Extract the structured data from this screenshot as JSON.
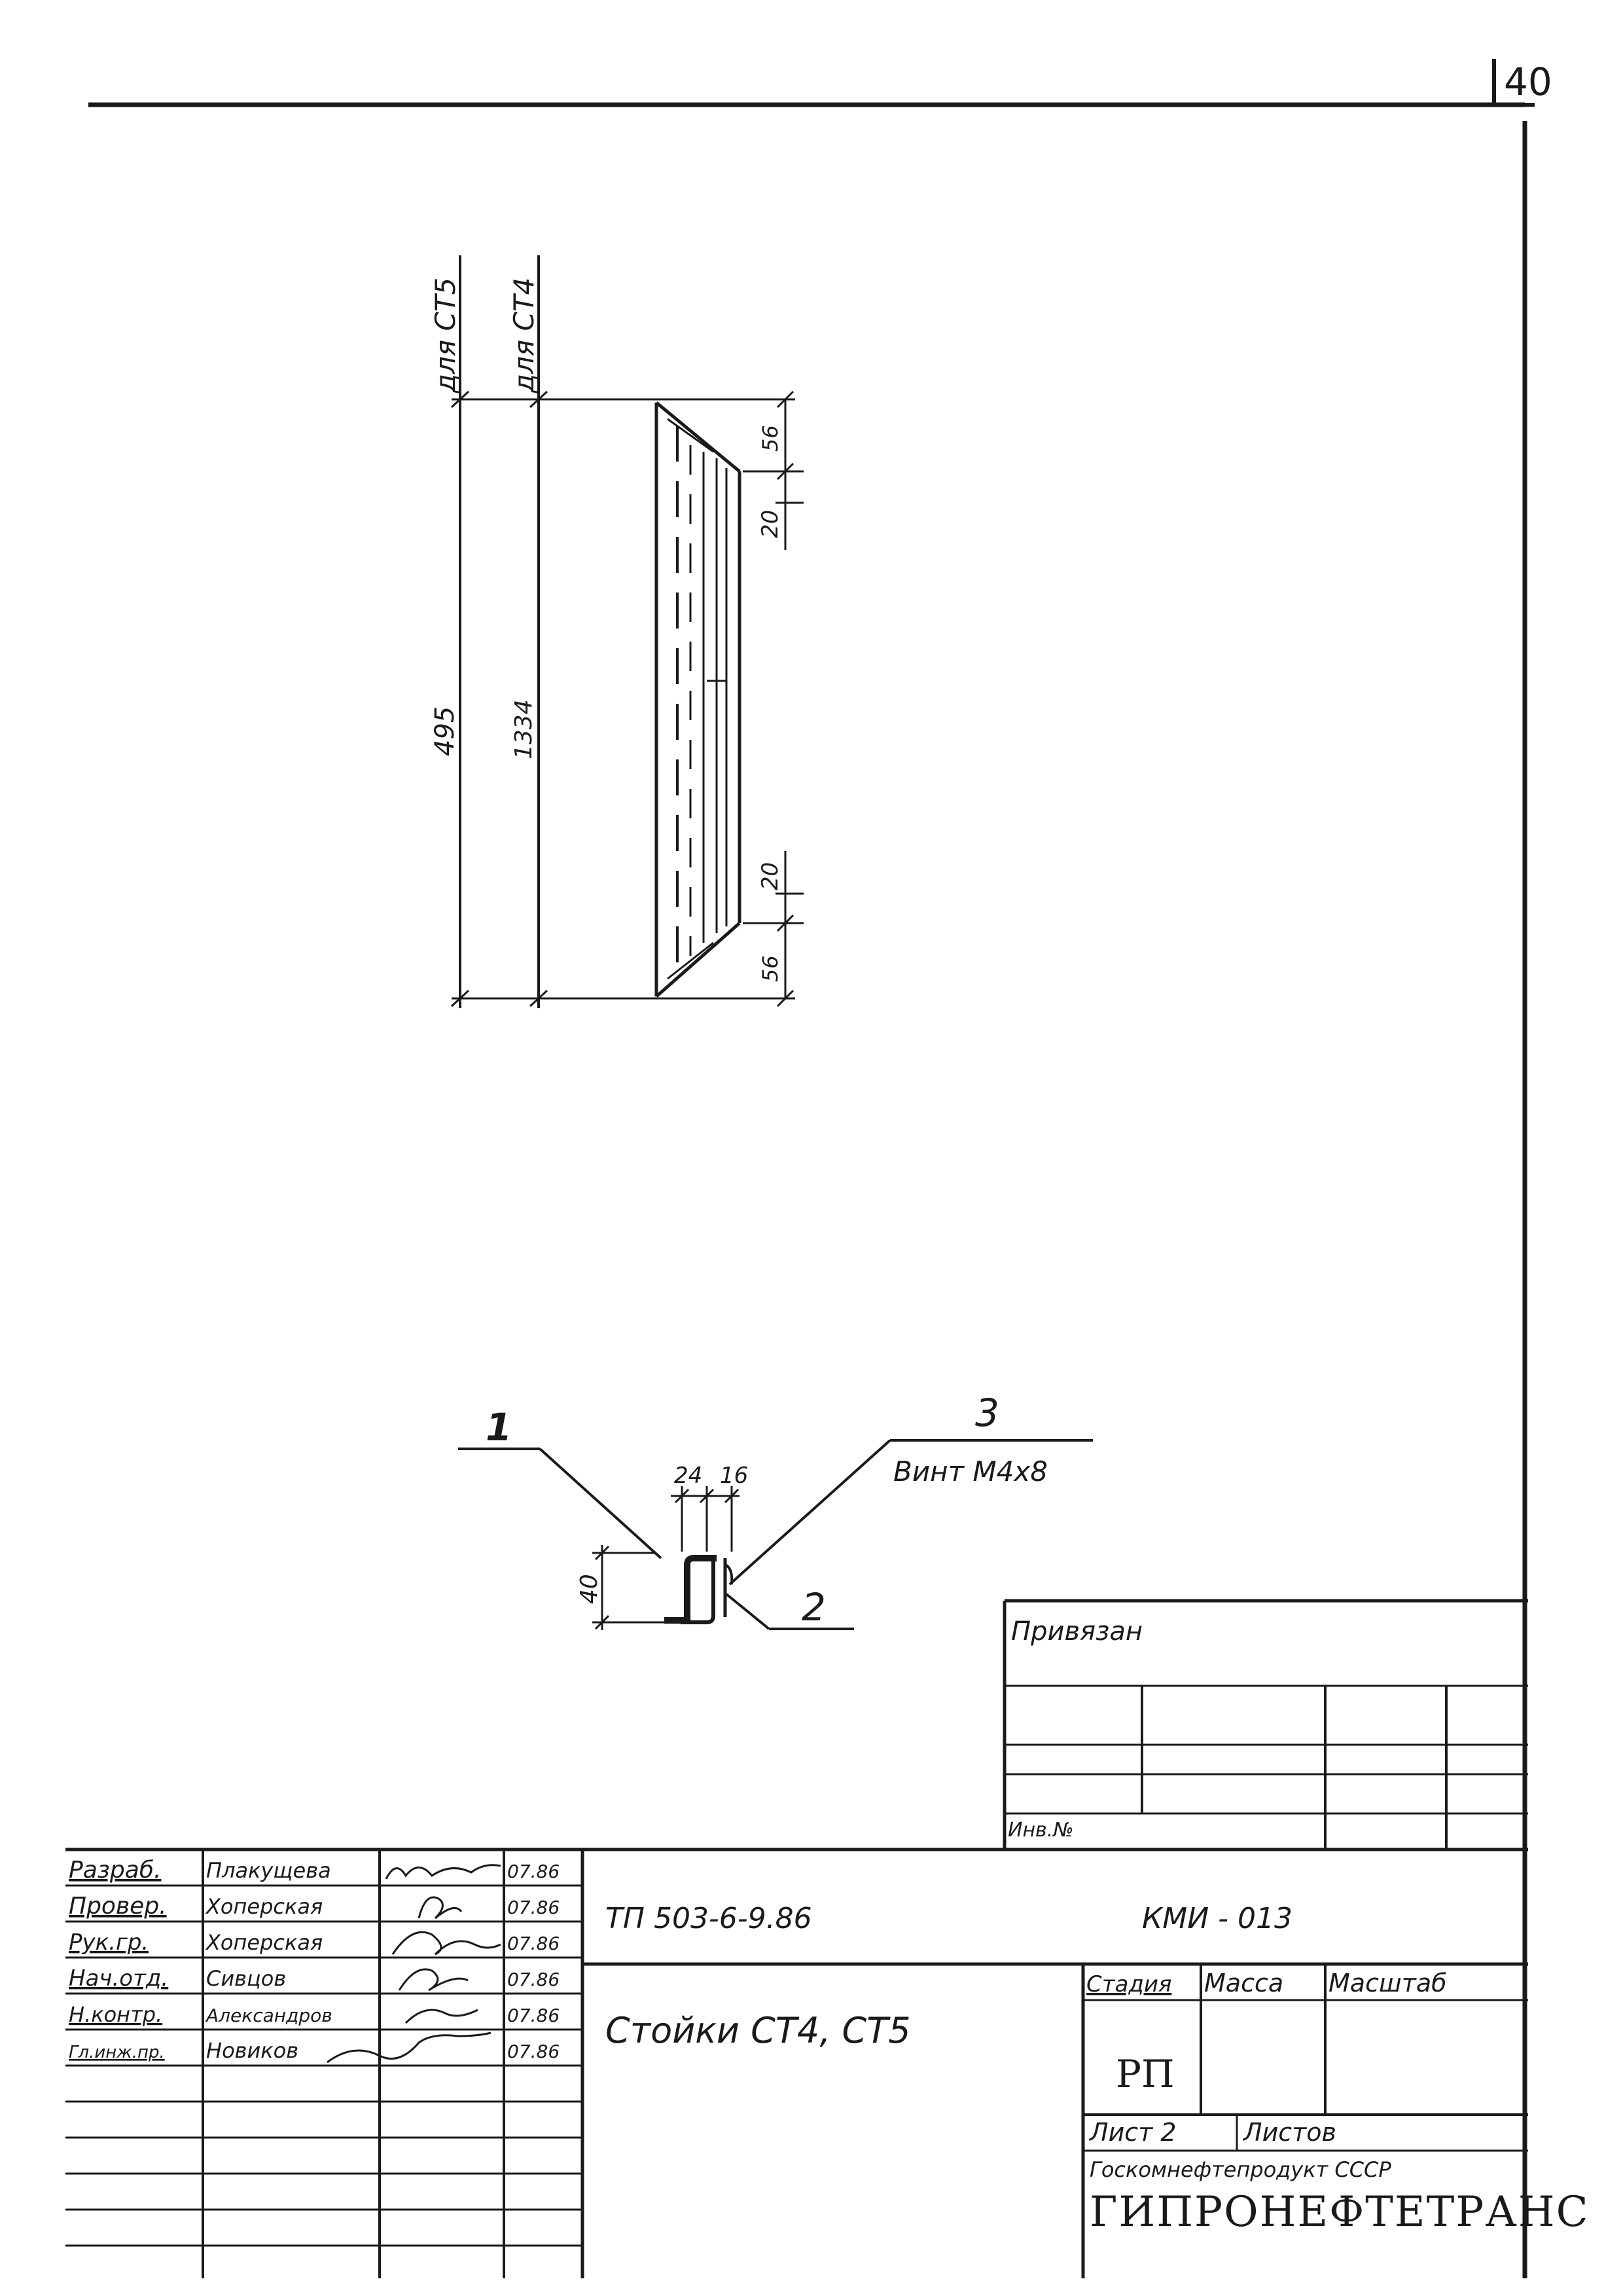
{
  "sheet": {
    "page_number": "40",
    "colors": {
      "ink": "#1a1a1a",
      "paper": "#ffffff"
    }
  },
  "drawing_top": {
    "label_ct5": "для СТ5",
    "label_ct4": "для СТ4",
    "dim_ct5_total": "495",
    "dim_ct4_total": "1334",
    "dim_top_56": "56",
    "dim_top_20": "20",
    "dim_bottom_20": "20",
    "dim_bottom_56": "56"
  },
  "drawing_section": {
    "callout_1": "1",
    "callout_2": "2",
    "callout_3": "3",
    "screw_note": "Винт М4х8",
    "dim_24": "24",
    "dim_16": "16",
    "dim_40": "40"
  },
  "privyazan": {
    "title": "Привязан",
    "inv_label": "Инв.№"
  },
  "title_block": {
    "rows": [
      {
        "role": "Разраб.",
        "name": "Плакущева",
        "date": "07.86"
      },
      {
        "role": "Провер.",
        "name": "Хоперская",
        "date": "07.86"
      },
      {
        "role": "Рук.гр.",
        "name": "Хоперская",
        "date": "07.86"
      },
      {
        "role": "Нач.отд.",
        "name": "Сивцов",
        "date": "07.86"
      },
      {
        "role": "Н.контр.",
        "name": "Александров",
        "date": "07.86"
      },
      {
        "role": "Гл.инж.пр.",
        "name": "Новиков",
        "date": "07.86"
      }
    ],
    "doc_number": "ТП 503-6-9.86",
    "code": "КМИ - 013",
    "sheet_title": "Стойки СТ4, СТ5",
    "stage_header": "Стадия",
    "mass_header": "Масса",
    "scale_header": "Масштаб",
    "stage_value": "РП",
    "sheet_label": "Лист 2",
    "sheets_label": "Листов",
    "org_line1": "Госкомнефтепродукт СССР",
    "org_line2": "ГИПРОНЕФТЕТРАНС"
  }
}
